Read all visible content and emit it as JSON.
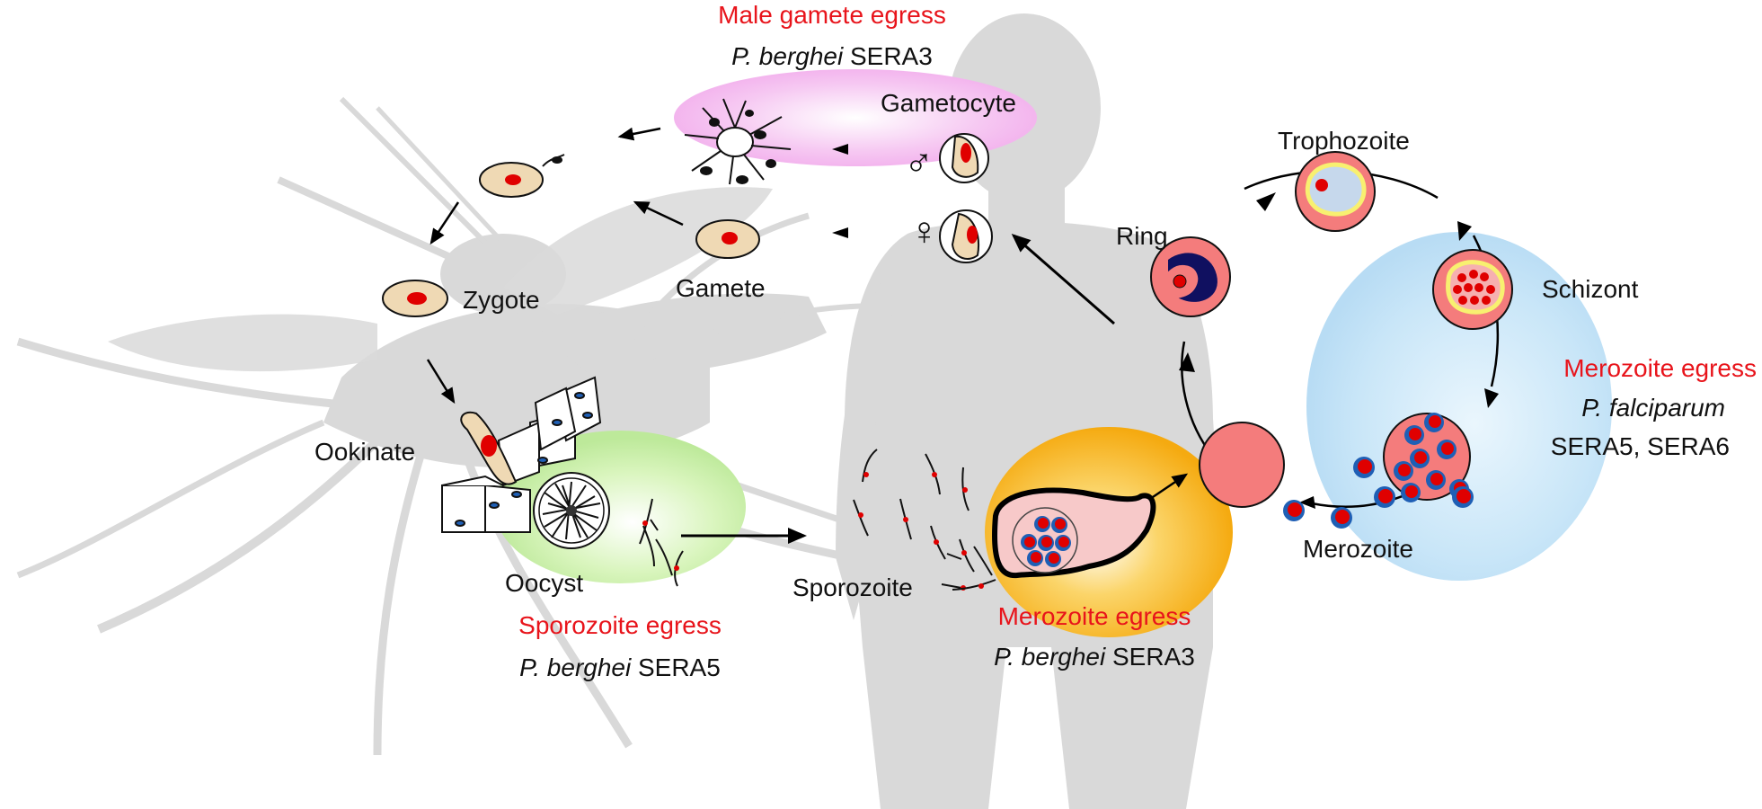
{
  "colors": {
    "egress_red": "#e8141b",
    "silhouette": "#d9d9d9",
    "rbc_pink": "#f47c7c",
    "parasite_red": "#e00000",
    "merozoite_blue": "#1f5fb5",
    "gamete_tan": "#efd9b4",
    "liver_pink": "#f7c9c9",
    "highlight_magenta": "#f6c8f2",
    "highlight_green": "#c9f0a8",
    "highlight_orange": "#f8b418",
    "highlight_blue": "#c4e4f8"
  },
  "icons": {
    "mosquito": "mosquito-silhouette-icon",
    "human": "human-silhouette-icon",
    "male": "male-symbol-icon",
    "female": "female-symbol-icon"
  },
  "stages": {
    "gametocyte": "Gametocyte",
    "gamete": "Gamete",
    "zygote": "Zygote",
    "ookinate": "Ookinate",
    "oocyst": "Oocyst",
    "sporozoite": "Sporozoite",
    "trophozoite": "Trophozoite",
    "ring": "Ring",
    "schizont": "Schizont",
    "merozoite": "Merozoite"
  },
  "egress": {
    "male_gamete": {
      "title": "Male gamete egress",
      "species": "P. berghei",
      "protein": " SERA3"
    },
    "sporozoite": {
      "title": "Sporozoite egress",
      "species": "P. berghei",
      "protein": " SERA5"
    },
    "merozoite_liver": {
      "title": "Merozoite egress",
      "species": "P. berghei",
      "protein": " SERA3"
    },
    "merozoite_blood": {
      "title": "Merozoite egress",
      "species": "P. falciparum",
      "protein": "SERA5, SERA6"
    }
  }
}
